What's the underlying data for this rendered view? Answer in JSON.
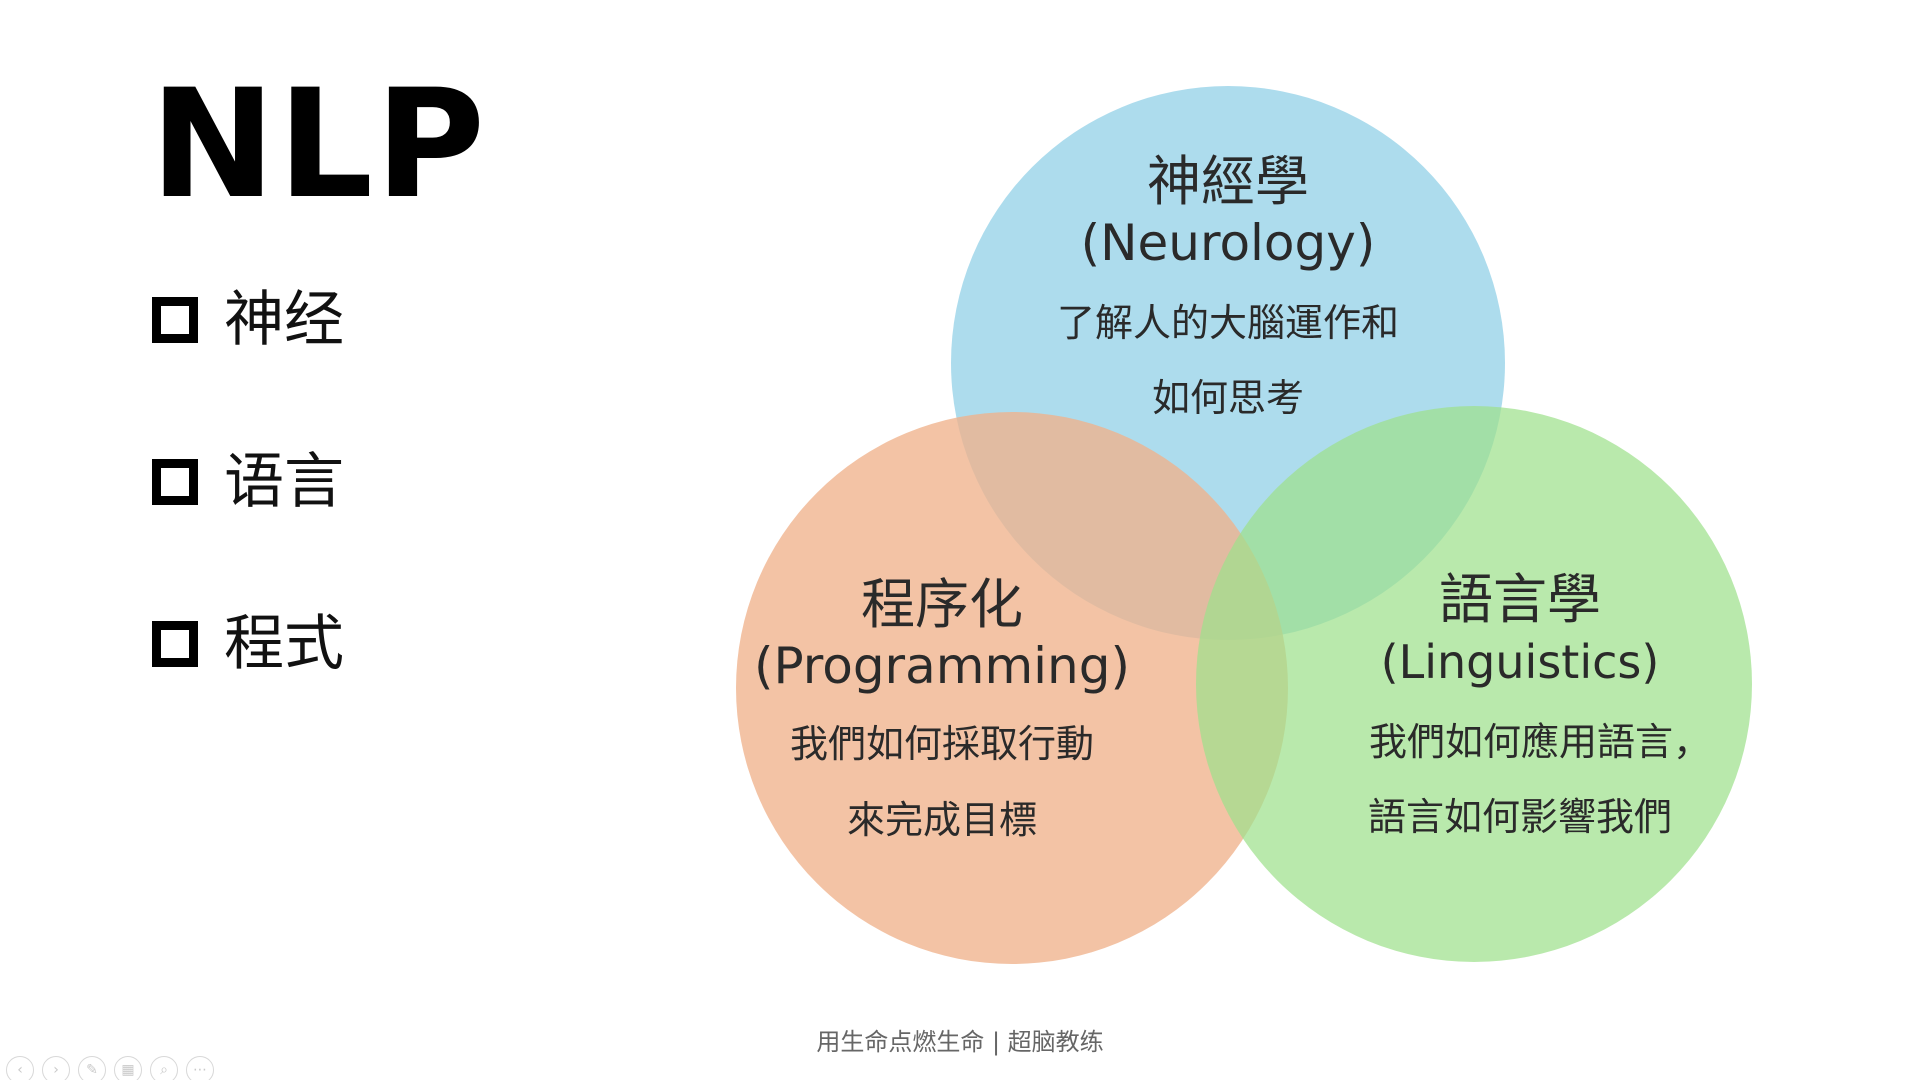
{
  "slide": {
    "title": "NLP",
    "bullets": [
      "神经",
      "语言",
      "程式"
    ],
    "footer": "用生命点燃生命 | 超脑教练"
  },
  "venn": {
    "circles": [
      {
        "id": "neurology",
        "color": "#9fd6ea",
        "title": "神經學",
        "subtitle": "(Neurology)",
        "desc_line1": "了解人的大腦運作和",
        "desc_line2": "如何思考"
      },
      {
        "id": "programming",
        "color": "#efb28c",
        "title": "程序化",
        "subtitle": "(Programming)",
        "desc_line1": "我們如何採取行動",
        "desc_line2": "來完成目標"
      },
      {
        "id": "linguistics",
        "color": "#9ee08c",
        "title": "語言學",
        "subtitle": "(Linguistics)",
        "desc_line1": "我們如何應用語言，",
        "desc_line2": "語言如何影響我們"
      }
    ]
  },
  "controls": {
    "icons": [
      "prev-icon",
      "next-icon",
      "pen-icon",
      "slides-icon",
      "zoom-icon",
      "more-icon"
    ],
    "glyphs": [
      "‹",
      "›",
      "✎",
      "▦",
      "⌕",
      "⋯"
    ]
  }
}
